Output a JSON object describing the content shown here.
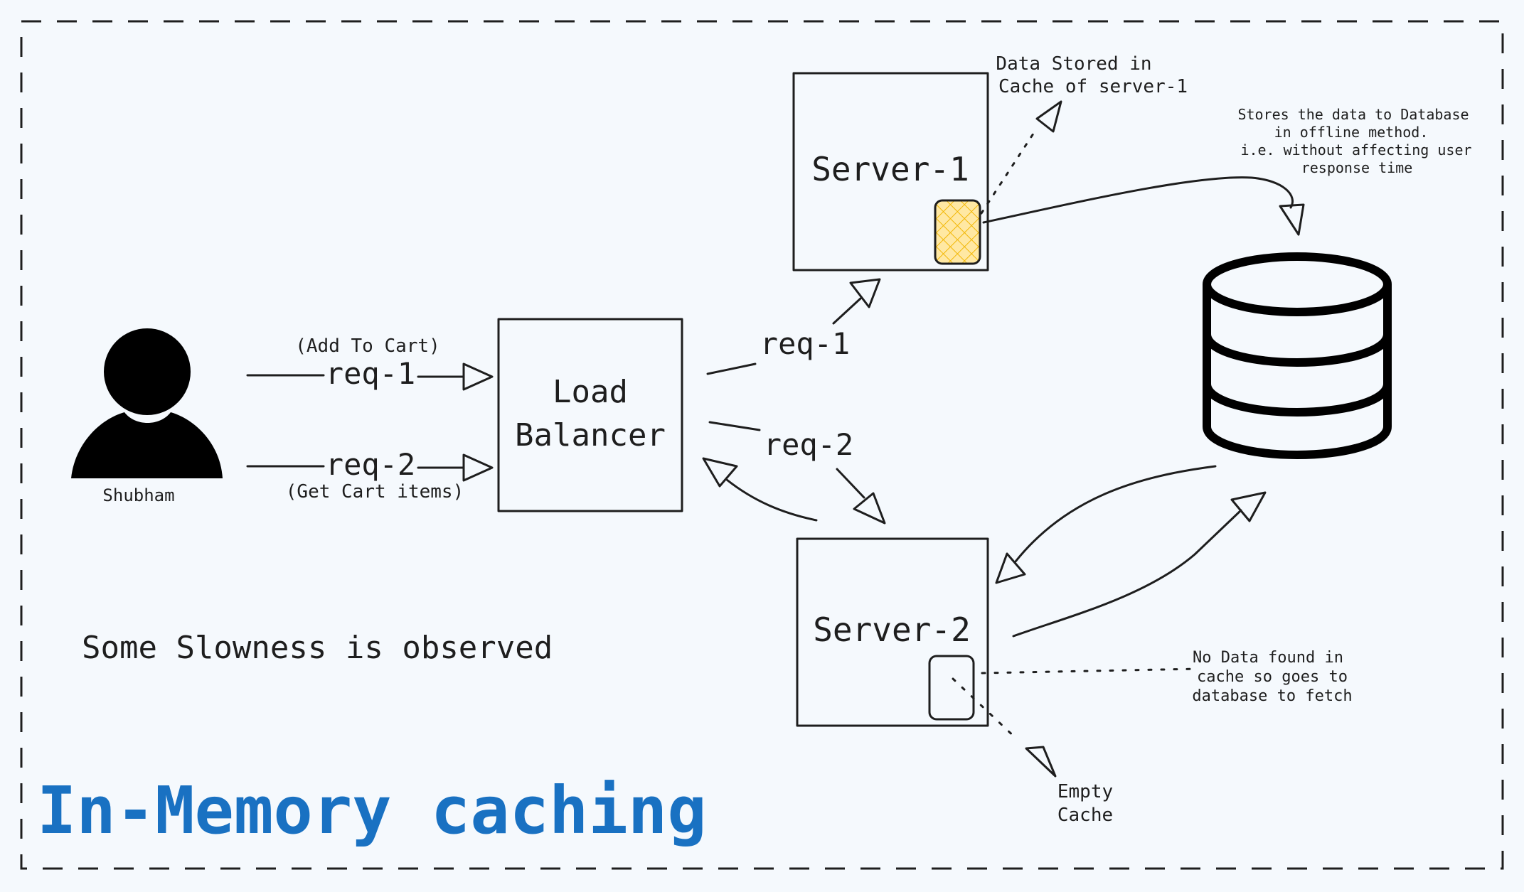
{
  "title": "In-Memory caching",
  "user_label": "Shubham",
  "slowness_note": "Some Slowness is observed",
  "requests": {
    "req1_action": "(Add To Cart)",
    "req1_label": "req-1",
    "req2_label": "req-2",
    "req2_action": "(Get Cart items)"
  },
  "load_balancer": {
    "line1": "Load",
    "line2": "Balancer"
  },
  "routing": {
    "to_server1": "req-1",
    "to_server2": "req-2"
  },
  "server1": {
    "label": "Server-1",
    "cache_note_line1": "Data Stored in",
    "cache_note_line2": "Cache of server-1"
  },
  "server2": {
    "label": "Server-2",
    "empty_cache_line1": "Empty",
    "empty_cache_line2": "Cache"
  },
  "database_note": {
    "line1": "Stores the data to Database",
    "line2": "in offline method.",
    "line3": "i.e. without affecting user",
    "line4": "response time"
  },
  "miss_note": {
    "line1": "No Data found in",
    "line2": "cache so goes to",
    "line3": "database to fetch"
  },
  "colors": {
    "background": "#f5f9fd",
    "ink": "#1e1e1e",
    "title": "#1971c2",
    "cache_fill": "#ffe8a3",
    "cache_hatch": "#f2b705"
  }
}
